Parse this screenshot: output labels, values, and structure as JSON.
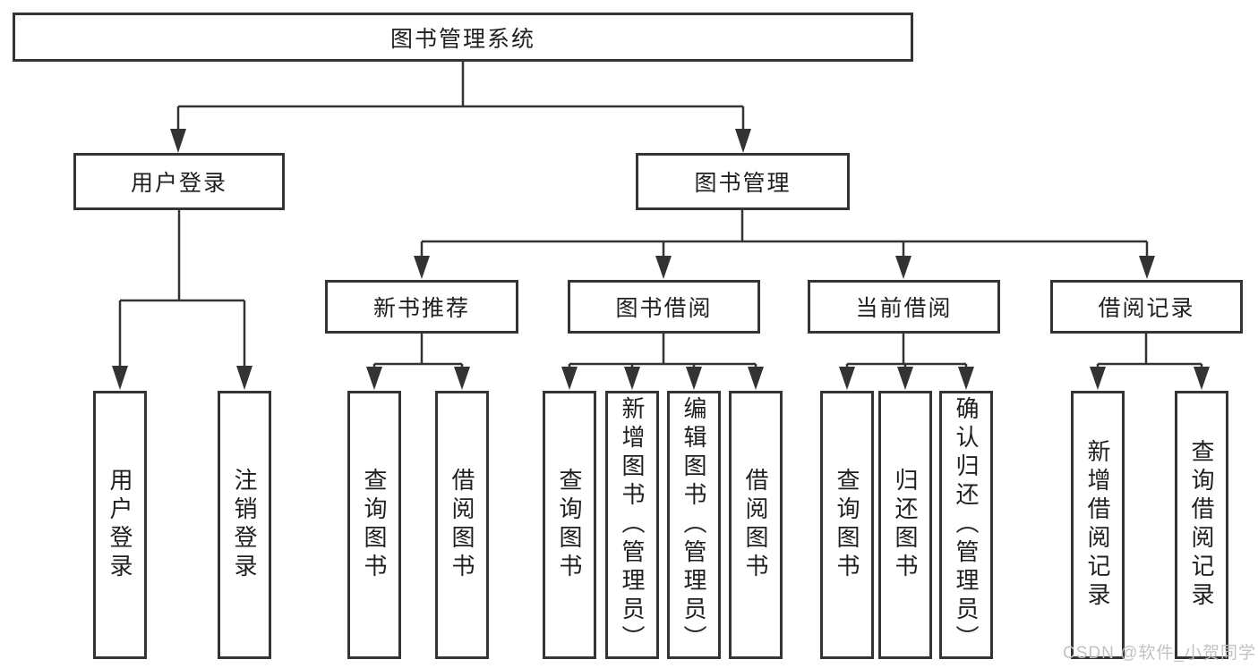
{
  "diagram": {
    "type": "hierarchy-flowchart",
    "colors": {
      "line": "#333333",
      "box_border": "#343434",
      "box_fill": "#ffffff",
      "text": "#1f1f1f",
      "watermark": "#c5c1c1"
    }
  },
  "tree": {
    "root": {
      "label": "图书管理系统"
    },
    "branches": [
      {
        "label": "用户登录",
        "children": [
          {
            "label": "用户登录"
          },
          {
            "label": "注销登录"
          }
        ]
      },
      {
        "label": "图书管理",
        "groups": [
          {
            "label": "新书推荐",
            "children": [
              {
                "label": "查询图书"
              },
              {
                "label": "借阅图书"
              }
            ]
          },
          {
            "label": "图书借阅",
            "children": [
              {
                "label": "查询图书"
              },
              {
                "label": "新增图书（管理员）"
              },
              {
                "label": "编辑图书（管理员）"
              },
              {
                "label": "借阅图书"
              }
            ]
          },
          {
            "label": "当前借阅",
            "children": [
              {
                "label": "查询图书"
              },
              {
                "label": "归还图书"
              },
              {
                "label": "确认归还（管理员）"
              }
            ]
          },
          {
            "label": "借阅记录",
            "children": [
              {
                "label": "新增借阅记录"
              },
              {
                "label": "查询借阅记录"
              }
            ]
          }
        ]
      }
    ]
  },
  "watermark": {
    "text": "CSDN @软件_小贺同学"
  }
}
